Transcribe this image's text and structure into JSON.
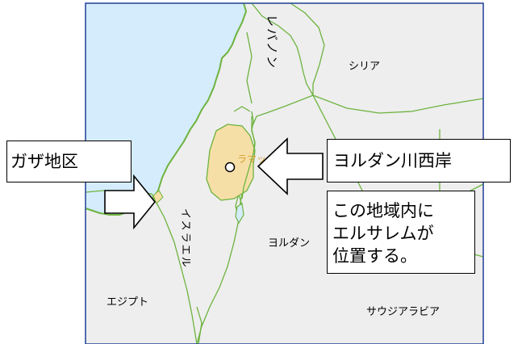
{
  "map": {
    "labels": {
      "lebanon": "レバノン",
      "syria": "シリア",
      "ramallah": "ラマッラ",
      "israel": "イスラエル",
      "jordan": "ヨルダン",
      "egypt": "エジプト",
      "saudi": "サウジアラビア"
    },
    "colors": {
      "sea": "#d4ecfb",
      "land": "#eeeeee",
      "west_bank": "#f6dfa6",
      "border": "#6db33f",
      "frame": "#2c4a9c"
    }
  },
  "callouts": {
    "gaza": "ガザ地区",
    "west_bank": "ヨルダン川西岸",
    "note_lines": [
      "この地域内に",
      "エルサレムが",
      "位置する。"
    ]
  }
}
